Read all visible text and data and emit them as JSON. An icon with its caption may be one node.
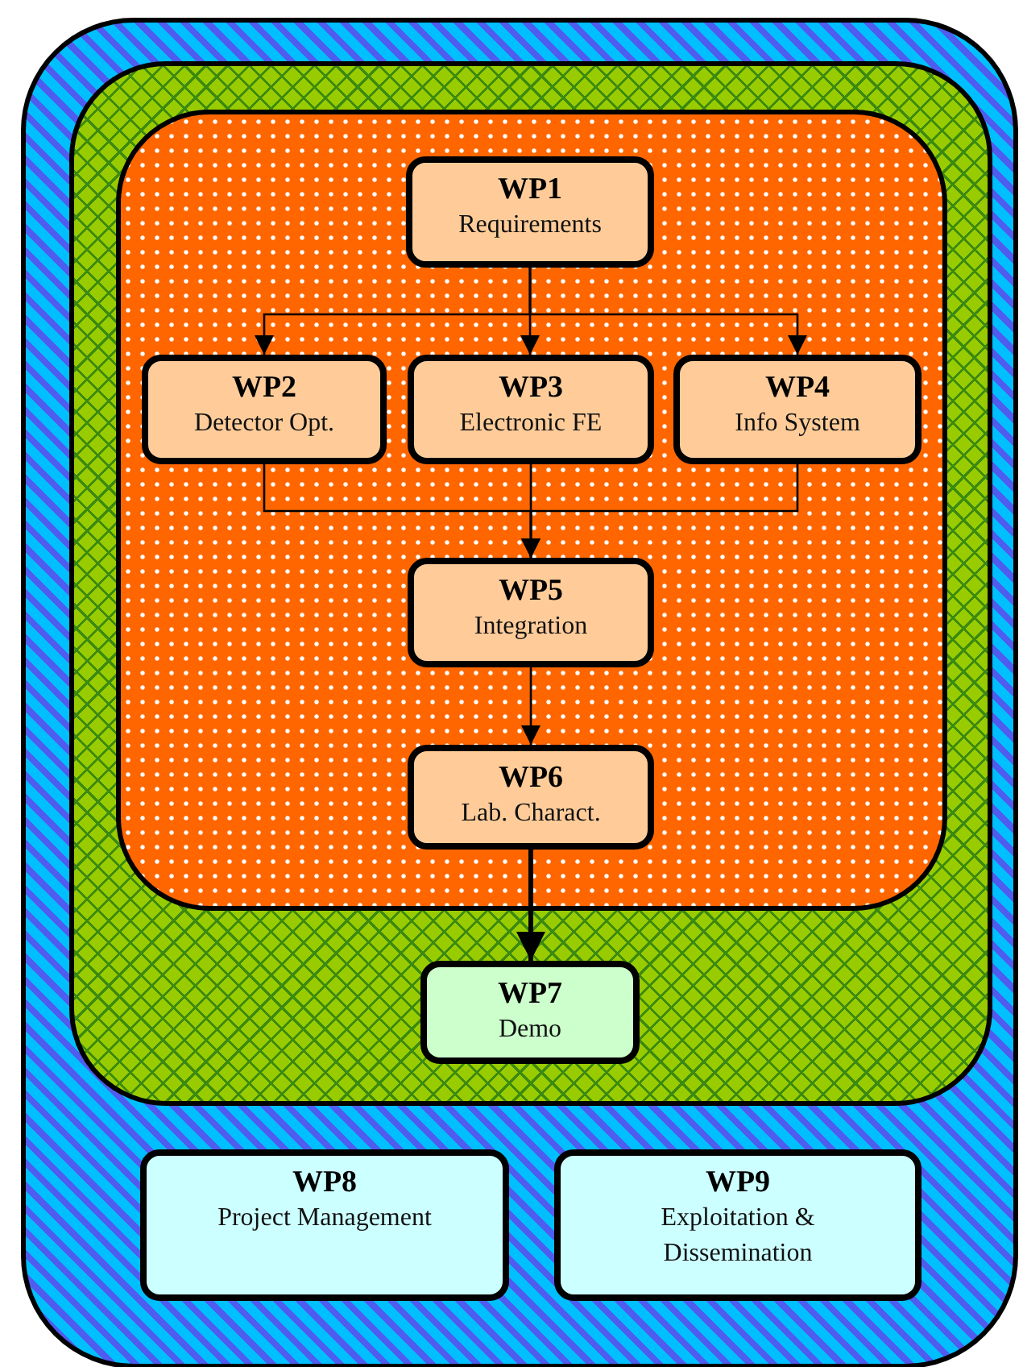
{
  "diagram": {
    "nodes": [
      {
        "text": [],
        "shape": "box"
      },
      {
        "text": [],
        "shape": "box",
        "in": 0
      },
      {
        "text": [],
        "shape": "box",
        "in": 1
      },
      {
        "text": [
          "WP1",
          "Requirements"
        ],
        "in": 2
      },
      {
        "text": [
          "WP2",
          "Detector Opt."
        ],
        "in": 2
      },
      {
        "text": [
          "WP3",
          "Electronic FE"
        ],
        "in": 2
      },
      {
        "text": [
          "WP4",
          "Info System"
        ],
        "in": 2
      },
      {
        "text": [
          "WP5",
          "Integration"
        ],
        "in": 2
      },
      {
        "text": [
          "WP6",
          "Lab. Charact."
        ],
        "in": 2
      },
      {
        "text": [
          "WP7",
          "Demo"
        ],
        "in": 1
      },
      {
        "text": [
          "WP8",
          "Project Management"
        ],
        "in": 0
      },
      {
        "text": [
          "WP9",
          "Exploitation & Dissemination"
        ],
        "in": 0
      }
    ],
    "edges": [
      {
        "from": 3,
        "to": 4,
        "arrow": "to"
      },
      {
        "from": 3,
        "to": 5,
        "arrow": "to"
      },
      {
        "from": 3,
        "to": 6,
        "arrow": "to"
      },
      {
        "from": 4,
        "to": 7,
        "arrow": "to"
      },
      {
        "from": 5,
        "to": 7,
        "arrow": "to"
      },
      {
        "from": 6,
        "to": 7,
        "arrow": "to"
      },
      {
        "from": 7,
        "to": 8,
        "arrow": "to"
      },
      {
        "from": 8,
        "to": 9,
        "arrow": "to",
        "style": "thick"
      }
    ]
  }
}
